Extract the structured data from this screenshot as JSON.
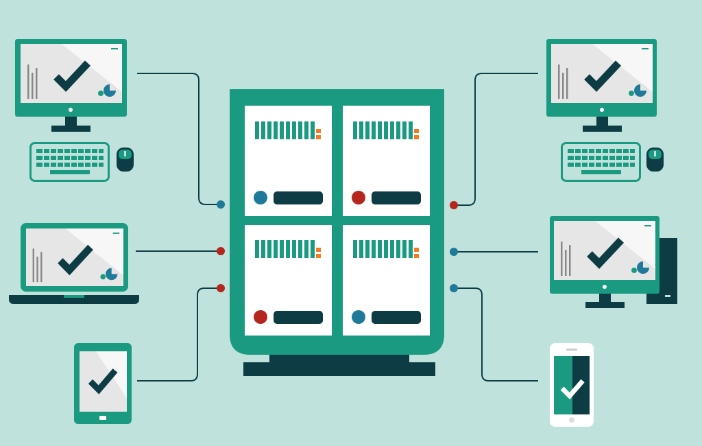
{
  "colors": {
    "background": "#bfe3dc",
    "teal": "#1a9a80",
    "dark": "#0d3c45",
    "red": "#b5261e",
    "blue": "#1f7a99",
    "orange": "#f47b20",
    "screen": "#e6e6e6"
  },
  "server": {
    "panels": [
      {
        "status": "blue"
      },
      {
        "status": "red"
      },
      {
        "status": "red"
      },
      {
        "status": "blue"
      }
    ]
  },
  "devices": {
    "left": [
      "desktop",
      "laptop",
      "tablet"
    ],
    "right": [
      "desktop",
      "desktop-tower",
      "smartphone"
    ]
  },
  "connections": [
    {
      "device": "left-desktop",
      "port": "blue"
    },
    {
      "device": "left-laptop",
      "port": "red"
    },
    {
      "device": "left-tablet",
      "port": "red"
    },
    {
      "device": "right-desktop",
      "port": "red"
    },
    {
      "device": "right-desktop-tower",
      "port": "blue"
    },
    {
      "device": "right-smartphone",
      "port": "blue"
    }
  ]
}
